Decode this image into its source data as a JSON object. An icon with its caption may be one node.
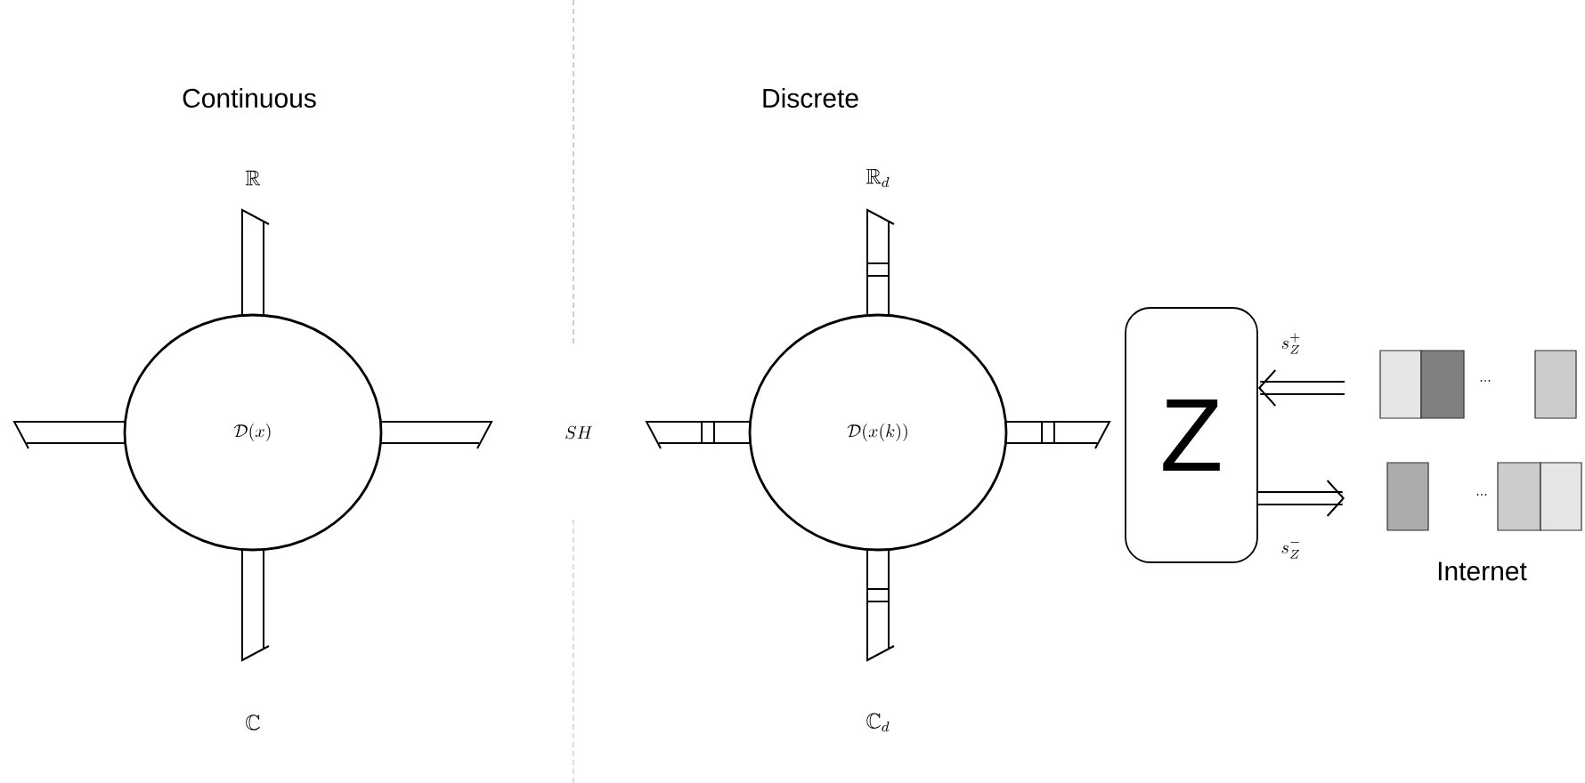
{
  "diagram": {
    "nodes": [
      {
        "text": [
          "\\mathcal{D}(x)"
        ]
      },
      {
        "text": [
          "\\mathcal{D}(x(k))"
        ]
      },
      {
        "text": [
          "Z"
        ]
      }
    ],
    "edges": [
      {
        "from": null,
        "to": 2,
        "arrow": "to",
        "label": "s_Z^+"
      },
      {
        "from": 2,
        "to": null,
        "arrow": "to",
        "label": "s_Z^-"
      }
    ],
    "labels": [
      "Continuous",
      "Discrete",
      "\\mathbb{R}",
      "\\mathbb{C}",
      "SH",
      "\\mathbb{R}_d",
      "\\mathbb{C}_d",
      "...",
      "...",
      "Internet"
    ]
  }
}
